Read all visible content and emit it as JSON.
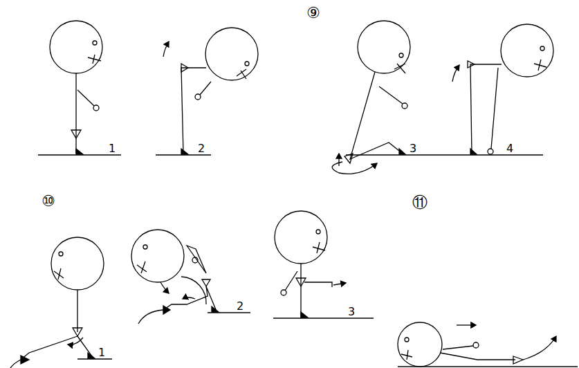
{
  "diagram": {
    "labels": [
      "⑨",
      "1",
      "2",
      "3",
      "4",
      "⑩",
      "1",
      "2",
      "3",
      "⑪"
    ]
  }
}
